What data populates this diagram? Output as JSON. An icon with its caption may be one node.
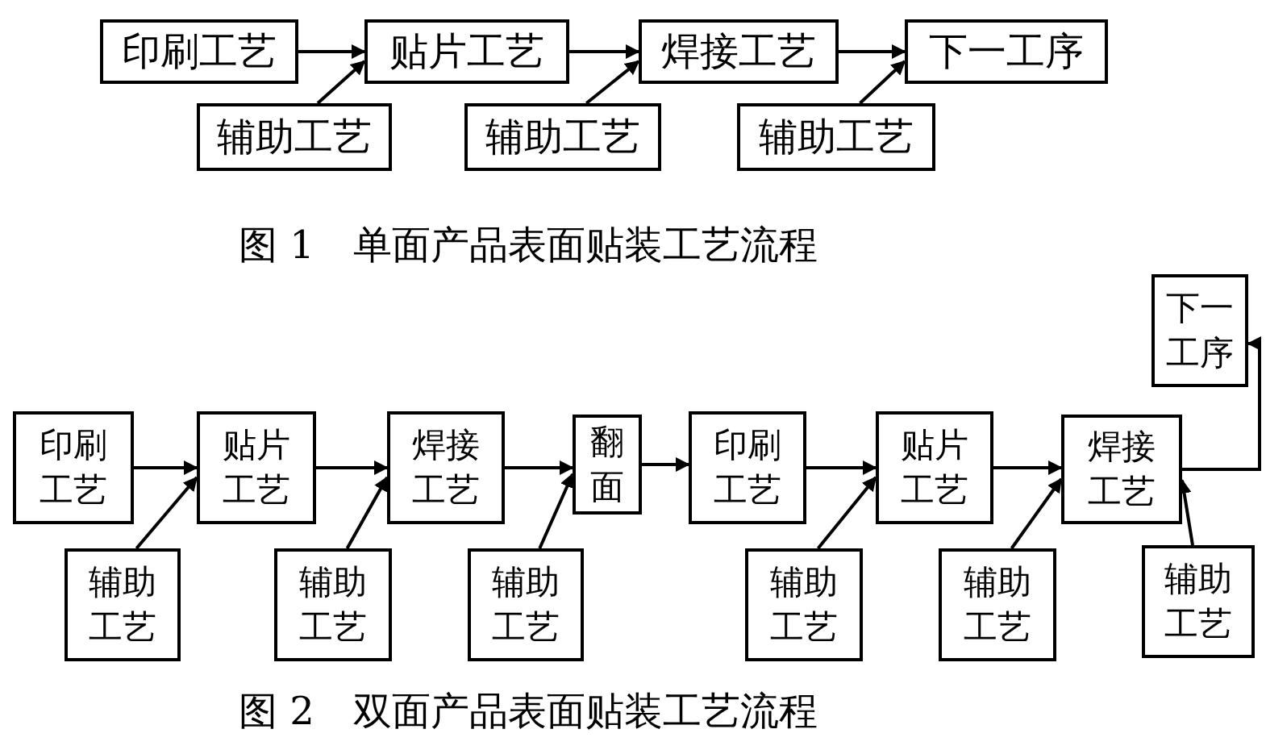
{
  "diagram": {
    "nodes": [
      {
        "text": [
          "印刷工艺"
        ]
      },
      {
        "text": [
          "贴片工艺"
        ]
      },
      {
        "text": [
          "焊接工艺"
        ]
      },
      {
        "text": [
          "下一工序"
        ]
      },
      {
        "text": [
          "辅助工艺"
        ]
      },
      {
        "text": [
          "辅助工艺"
        ]
      },
      {
        "text": [
          "辅助工艺"
        ]
      },
      {
        "text": [
          "印刷工艺"
        ]
      },
      {
        "text": [
          "贴片工艺"
        ]
      },
      {
        "text": [
          "焊接工艺"
        ]
      },
      {
        "text": [
          "翻面"
        ]
      },
      {
        "text": [
          "印刷工艺"
        ]
      },
      {
        "text": [
          "贴片工艺"
        ]
      },
      {
        "text": [
          "焊接工艺"
        ]
      },
      {
        "text": [
          "下一工序"
        ]
      },
      {
        "text": [
          "辅助工艺"
        ]
      },
      {
        "text": [
          "辅助工艺"
        ]
      },
      {
        "text": [
          "辅助工艺"
        ]
      },
      {
        "text": [
          "辅助工艺"
        ]
      },
      {
        "text": [
          "辅助工艺"
        ]
      },
      {
        "text": [
          "辅助工艺"
        ]
      }
    ],
    "edges": [
      {
        "from": 0,
        "to": 1,
        "arrow": "to"
      },
      {
        "from": 1,
        "to": 2,
        "arrow": "to"
      },
      {
        "from": 2,
        "to": 3,
        "arrow": "to"
      },
      {
        "from": 4,
        "to": 1,
        "arrow": "to"
      },
      {
        "from": 5,
        "to": 2,
        "arrow": "to"
      },
      {
        "from": 6,
        "to": 3,
        "arrow": "to"
      },
      {
        "from": 7,
        "to": 8,
        "arrow": "to"
      },
      {
        "from": 8,
        "to": 9,
        "arrow": "to"
      },
      {
        "from": 9,
        "to": 10,
        "arrow": "to"
      },
      {
        "from": 10,
        "to": 11,
        "arrow": "to"
      },
      {
        "from": 11,
        "to": 12,
        "arrow": "to"
      },
      {
        "from": 12,
        "to": 13,
        "arrow": "to"
      },
      {
        "from": 13,
        "to": 14,
        "arrow": "to"
      },
      {
        "from": 15,
        "to": 8,
        "arrow": "to"
      },
      {
        "from": 16,
        "to": 9,
        "arrow": "to"
      },
      {
        "from": 17,
        "to": 10,
        "arrow": "to"
      },
      {
        "from": 18,
        "to": 12,
        "arrow": "to"
      },
      {
        "from": 19,
        "to": 13,
        "arrow": "to"
      },
      {
        "from": 20,
        "to": 13,
        "arrow": "to"
      }
    ],
    "labels": [
      "图 1　单面产品表面贴装工艺流程",
      "图 2　双面产品表面贴装工艺流程"
    ]
  }
}
